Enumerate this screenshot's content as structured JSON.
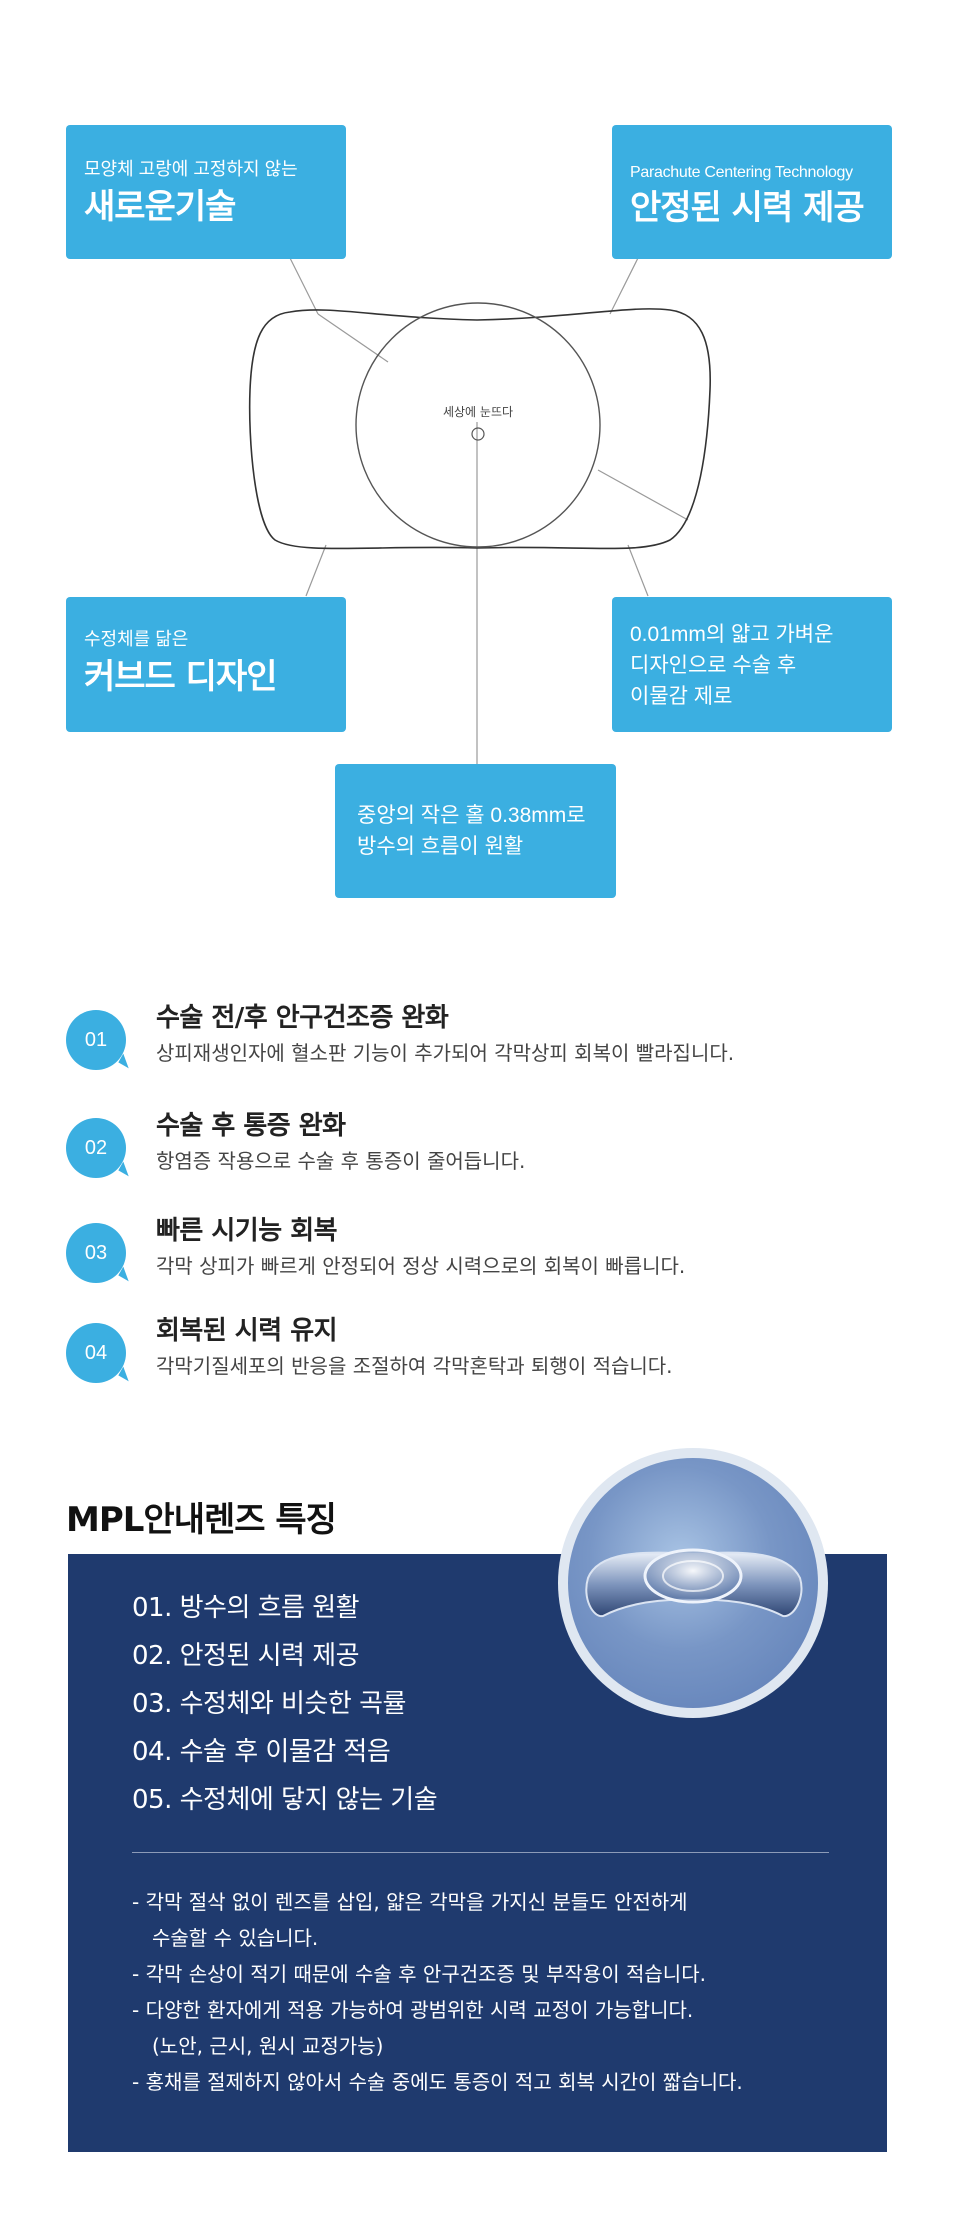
{
  "diagram": {
    "center_label": "세상에 눈뜨다",
    "box_top_left": {
      "small": "모양체 고랑에 고정하지 않는",
      "large": "새로운기술"
    },
    "box_top_right": {
      "small": "Parachute Centering Technology",
      "large": "안정된 시력 제공"
    },
    "box_mid_left": {
      "small": "수정체를 닮은",
      "large": "커브드 디자인"
    },
    "box_mid_right": {
      "line1": "0.01mm의 얇고 가벼운",
      "line2": "디자인으로 수술 후",
      "line3": "이물감 제로"
    },
    "box_bottom": {
      "line1": "중앙의 작은 홀 0.38mm로",
      "line2": "방수의 흐름이 원활"
    }
  },
  "features": [
    {
      "num": "01",
      "title": "수술 전/후 안구건조증 완화",
      "desc": "상피재생인자에 혈소판 기능이 추가되어 각막상피 회복이 빨라집니다."
    },
    {
      "num": "02",
      "title": "수술 후 통증 완화",
      "desc": "항염증 작용으로 수술 후 통증이 줄어듭니다."
    },
    {
      "num": "03",
      "title": "빠른 시기능 회복",
      "desc": "각막 상피가 빠르게 안정되어 정상 시력으로의 회복이 빠릅니다."
    },
    {
      "num": "04",
      "title": "회복된 시력 유지",
      "desc": "각막기질세포의 반응을 조절하여 각막혼탁과 퇴행이 적습니다."
    }
  ],
  "mpl": {
    "title": "MPL안내렌즈 특징",
    "items": [
      "01. 방수의 흐름 원활",
      "02. 안정된 시력 제공",
      "03. 수정체와 비슷한 곡률",
      "04. 수술 후 이물감 적음",
      "05. 수정체에 닿지 않는 기술"
    ],
    "notes": [
      "- 각막 절삭 없이 렌즈를 삽입, 얇은 각막을 가지신 분들도 안전하게",
      "  수술할 수 있습니다.",
      "- 각막 손상이 적기 때문에 수술 후 안구건조증 및 부작용이 적습니다.",
      "- 다양한 환자에게 적용 가능하여 광범위한 시력 교정이 가능합니다.",
      "  (노안, 근시, 원시 교정가능)",
      "- 홍채를 절제하지 않아서 수술 중에도 통증이 적고 회복 시간이 짧습니다."
    ]
  },
  "colors": {
    "accent_blue": "#3bafe1",
    "navy": "#1f3a6e",
    "background": "#ffffff"
  }
}
